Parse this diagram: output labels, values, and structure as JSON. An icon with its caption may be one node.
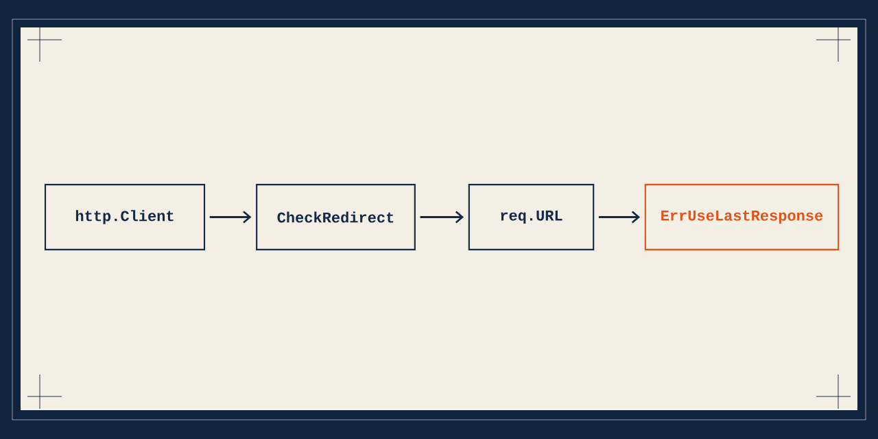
{
  "diagram": {
    "nodes": [
      {
        "text": [
          "http.Client"
        ]
      },
      {
        "text": [
          "CheckRedirect"
        ]
      },
      {
        "text": [
          "req.URL"
        ]
      },
      {
        "text": [
          "ErrUseLastResponse"
        ]
      }
    ],
    "edges": [
      {
        "from": 0,
        "to": 1,
        "arrow": "to"
      },
      {
        "from": 1,
        "to": 2,
        "arrow": "to"
      },
      {
        "from": 2,
        "to": 3,
        "arrow": "to"
      }
    ]
  }
}
